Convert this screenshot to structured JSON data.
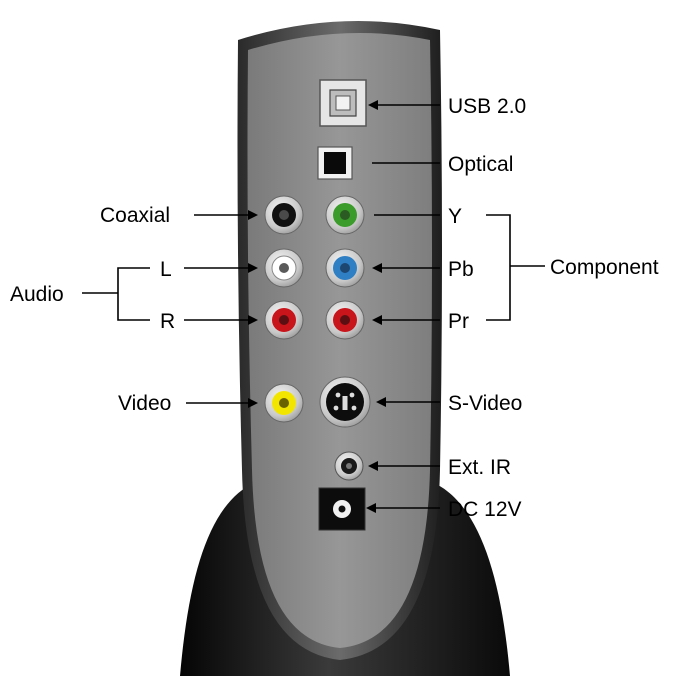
{
  "labels": {
    "usb": "USB 2.0",
    "optical": "Optical",
    "coaxial": "Coaxial",
    "y": "Y",
    "pb": "Pb",
    "pr": "Pr",
    "component": "Component",
    "audio": "Audio",
    "l": "L",
    "r": "R",
    "video": "Video",
    "svideo": "S-Video",
    "ext_ir": "Ext. IR",
    "dc": "DC 12V"
  },
  "colors": {
    "body": "#8a8a8a",
    "body_dark": "#2f2f2f",
    "stand": "#111111",
    "coaxial": "#111111",
    "audio_left": "#ffffff",
    "audio_right": "#c8141b",
    "y": "#3b9b2b",
    "pb": "#2f7fc4",
    "pr": "#c8141b",
    "video": "#f2e500"
  }
}
